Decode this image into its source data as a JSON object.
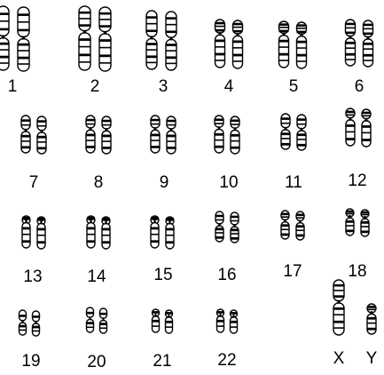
{
  "labels": {
    "c1": "1",
    "c2": "2",
    "c3": "3",
    "c4": "4",
    "c5": "5",
    "c6": "6",
    "c7": "7",
    "c8": "8",
    "c9": "9",
    "c10": "10",
    "c11": "11",
    "c12": "12",
    "c13": "13",
    "c14": "14",
    "c15": "15",
    "c16": "16",
    "c17": "17",
    "c18": "18",
    "c19": "19",
    "c20": "20",
    "c21": "21",
    "c22": "22",
    "cX": "X",
    "cY": "Y"
  }
}
